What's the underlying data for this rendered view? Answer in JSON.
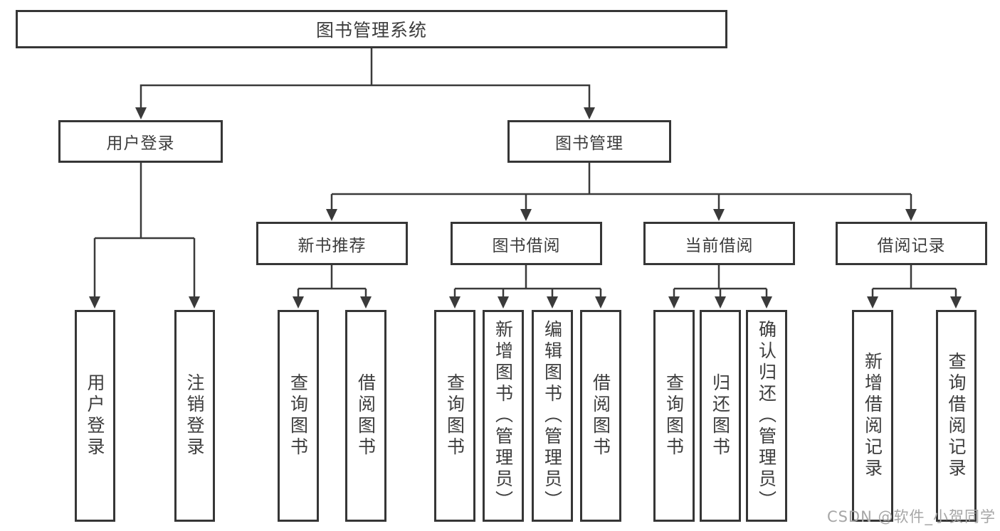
{
  "diagram": {
    "root": "图书管理系统",
    "branches": [
      {
        "label": "用户登录",
        "leaves": [
          "用户登录",
          "注销登录"
        ]
      },
      {
        "label": "图书管理",
        "children": [
          {
            "label": "新书推荐",
            "leaves": [
              "查询图书",
              "借阅图书"
            ]
          },
          {
            "label": "图书借阅",
            "leaves": [
              "查询图书",
              "新增图书（管理员）",
              "编辑图书（管理员）",
              "借阅图书"
            ]
          },
          {
            "label": "当前借阅",
            "leaves": [
              "查询图书",
              "归还图书",
              "确认归还（管理员）"
            ]
          },
          {
            "label": "借阅记录",
            "leaves": [
              "新增借阅记录",
              "查询借阅记录"
            ]
          }
        ]
      }
    ]
  },
  "watermark": {
    "text": "CSDN @软件_小贺同学"
  },
  "colors": {
    "line": "#3a3a3a",
    "border": "#363636",
    "text": "#3d3d3d",
    "watermark": "#a6a6a6",
    "background": "#ffffff"
  }
}
